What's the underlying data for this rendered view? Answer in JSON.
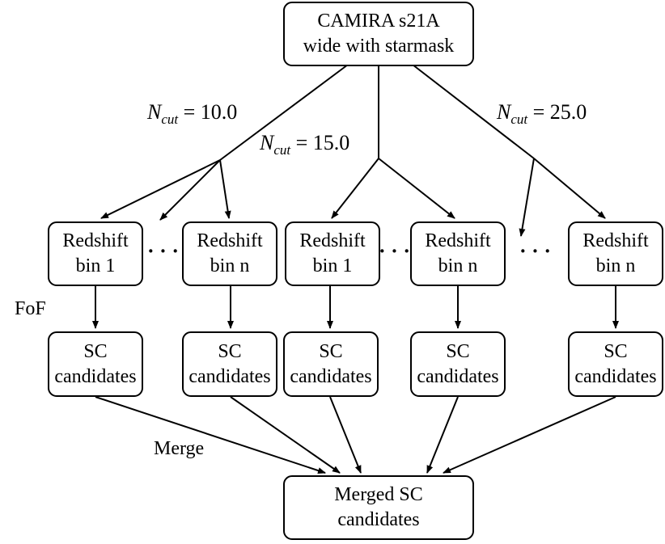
{
  "root": {
    "line1": "CAMIRA s21A",
    "line2": "wide with starmask"
  },
  "branches": [
    {
      "symbol": "N",
      "subscript": "cut",
      "relation": "= 10.0"
    },
    {
      "symbol": "N",
      "subscript": "cut",
      "relation": "= 15.0"
    },
    {
      "symbol": "N",
      "subscript": "cut",
      "relation": "= 25.0"
    }
  ],
  "bins": {
    "first": {
      "line1": "Redshift",
      "line2": "bin 1"
    },
    "last": {
      "line1": "Redshift",
      "line2": "bin n"
    },
    "ellipsis": "· · ·"
  },
  "candidates": {
    "line1": "SC",
    "line2": "candidates"
  },
  "merged": {
    "line1": "Merged SC",
    "line2": "candidates"
  },
  "labels": {
    "fof": "FoF",
    "merge": "Merge"
  }
}
